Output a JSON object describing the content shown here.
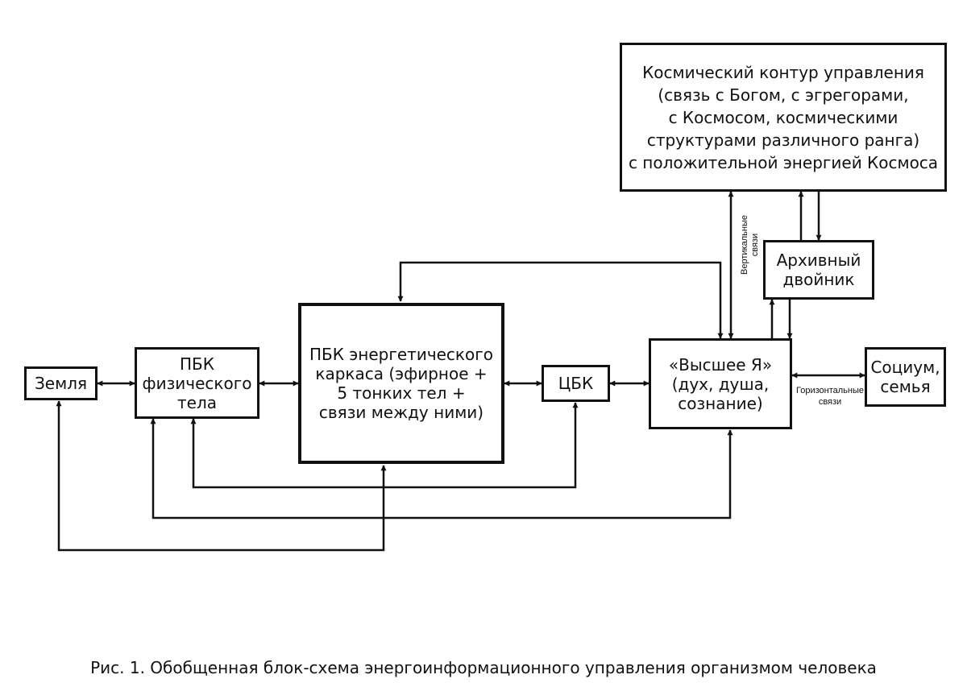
{
  "diagram": {
    "nodes": {
      "earth": {
        "lines": [
          "Земля"
        ]
      },
      "pbk_physical": {
        "lines": [
          "ПБК",
          "физического",
          "тела"
        ]
      },
      "pbk_energy": {
        "lines": [
          "ПБК энергетического",
          "каркаса (эфирное +",
          "5 тонких тел +",
          "связи между ними)"
        ]
      },
      "cbk": {
        "lines": [
          "ЦБК"
        ]
      },
      "higher_self": {
        "lines": [
          "«Высшее Я»",
          "(дух, душа,",
          "сознание)"
        ]
      },
      "society": {
        "lines": [
          "Социум,",
          "семья"
        ]
      },
      "archive_twin": {
        "lines": [
          "Архивный",
          "двойник"
        ]
      },
      "cosmic_contour": {
        "lines": [
          "Космический контур управления",
          "(связь с Богом, с эгрегорами,",
          "с Космосом, космическими",
          "структурами различного ранга)",
          "с положительной энергией Космоса"
        ]
      }
    },
    "labels": {
      "vertical_links": [
        "Вертикальные",
        "связи"
      ],
      "horizontal_links": [
        "Горизонтальные",
        "связи"
      ]
    },
    "caption": "Рис. 1. Обобщенная блок-схема энергоинформационного управления организмом человека"
  },
  "colors": {
    "line": "#111111",
    "background": "#ffffff"
  }
}
